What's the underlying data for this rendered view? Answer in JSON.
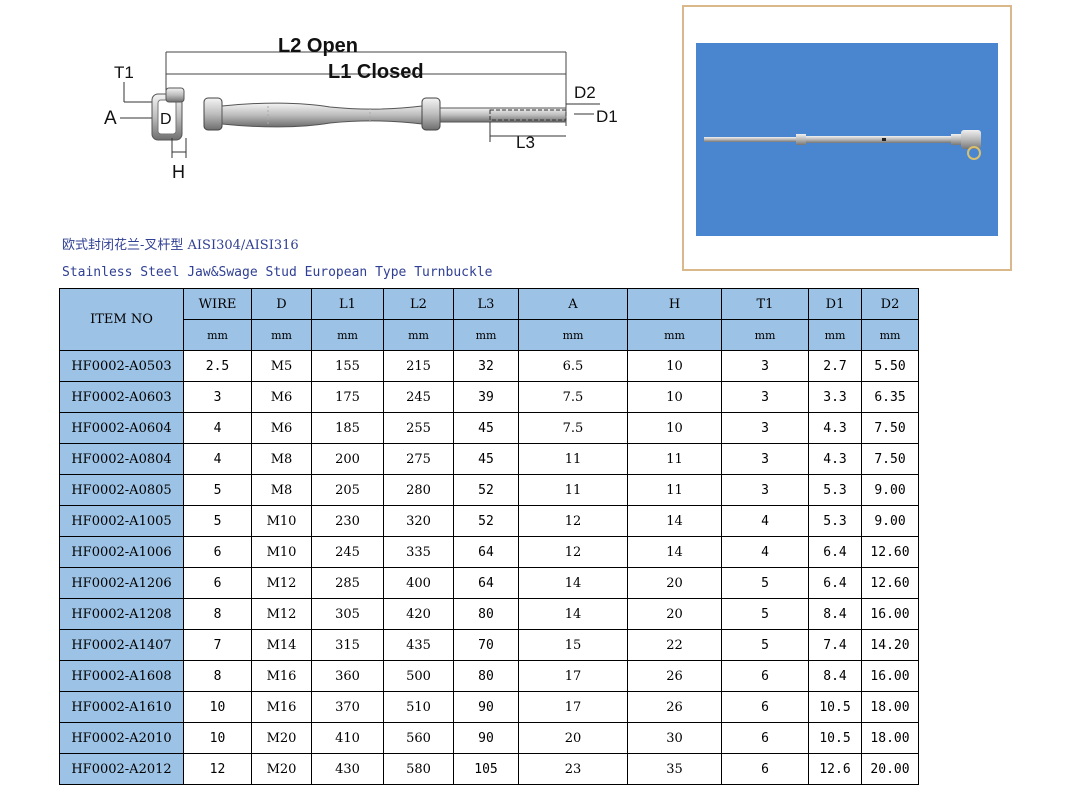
{
  "diagram": {
    "labels": {
      "l2": "L2 Open",
      "l1": "L1 Closed",
      "t1": "T1",
      "a": "A",
      "d": "D",
      "h": "H",
      "d2": "D2",
      "d1": "D1",
      "l3": "L3"
    }
  },
  "captions": {
    "chinese": "欧式封闭花兰-叉杆型 AISI304/AISI316",
    "english": "Stainless Steel Jaw&Swage Stud European Type Turnbuckle"
  },
  "table": {
    "item_header": "ITEM NO",
    "columns": [
      "WIRE",
      "D",
      "L1",
      "L2",
      "L3",
      "A",
      "H",
      "T1",
      "D1",
      "D2"
    ],
    "units": [
      "mm",
      "mm",
      "mm",
      "mm",
      "mm",
      "mm",
      "mm",
      "mm",
      "mm",
      "mm"
    ],
    "rows": [
      [
        "HF0002-A0503",
        "2.5",
        "M5",
        "155",
        "215",
        "32",
        "6.5",
        "10",
        "3",
        "2.7",
        "5.50"
      ],
      [
        "HF0002-A0603",
        "3",
        "M6",
        "175",
        "245",
        "39",
        "7.5",
        "10",
        "3",
        "3.3",
        "6.35"
      ],
      [
        "HF0002-A0604",
        "4",
        "M6",
        "185",
        "255",
        "45",
        "7.5",
        "10",
        "3",
        "4.3",
        "7.50"
      ],
      [
        "HF0002-A0804",
        "4",
        "M8",
        "200",
        "275",
        "45",
        "11",
        "11",
        "3",
        "4.3",
        "7.50"
      ],
      [
        "HF0002-A0805",
        "5",
        "M8",
        "205",
        "280",
        "52",
        "11",
        "11",
        "3",
        "5.3",
        "9.00"
      ],
      [
        "HF0002-A1005",
        "5",
        "M10",
        "230",
        "320",
        "52",
        "12",
        "14",
        "4",
        "5.3",
        "9.00"
      ],
      [
        "HF0002-A1006",
        "6",
        "M10",
        "245",
        "335",
        "64",
        "12",
        "14",
        "4",
        "6.4",
        "12.60"
      ],
      [
        "HF0002-A1206",
        "6",
        "M12",
        "285",
        "400",
        "64",
        "14",
        "20",
        "5",
        "6.4",
        "12.60"
      ],
      [
        "HF0002-A1208",
        "8",
        "M12",
        "305",
        "420",
        "80",
        "14",
        "20",
        "5",
        "8.4",
        "16.00"
      ],
      [
        "HF0002-A1407",
        "7",
        "M14",
        "315",
        "435",
        "70",
        "15",
        "22",
        "5",
        "7.4",
        "14.20"
      ],
      [
        "HF0002-A1608",
        "8",
        "M16",
        "360",
        "500",
        "80",
        "17",
        "26",
        "6",
        "8.4",
        "16.00"
      ],
      [
        "HF0002-A1610",
        "10",
        "M16",
        "370",
        "510",
        "90",
        "17",
        "26",
        "6",
        "10.5",
        "18.00"
      ],
      [
        "HF0002-A2010",
        "10",
        "M20",
        "410",
        "560",
        "90",
        "20",
        "30",
        "6",
        "10.5",
        "18.00"
      ],
      [
        "HF0002-A2012",
        "12",
        "M20",
        "430",
        "580",
        "105",
        "23",
        "35",
        "6",
        "12.6",
        "20.00"
      ]
    ]
  }
}
